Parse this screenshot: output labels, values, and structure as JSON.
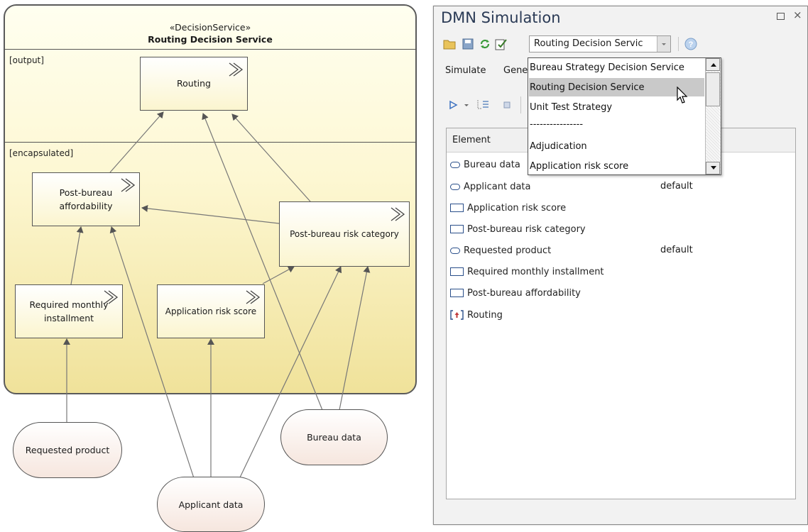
{
  "diagram": {
    "service_stereotype": "«DecisionService»",
    "service_name": "Routing Decision Service",
    "output_label": "[output]",
    "encapsulated_label": "[encapsulated]",
    "nodes": {
      "routing": "Routing",
      "post_bureau_affordability": "Post-bureau affordability",
      "post_bureau_risk_category": "Post-bureau risk category",
      "required_monthly_installment": "Required monthly installment",
      "application_risk_score": "Application risk score"
    },
    "inputs": {
      "requested_product": "Requested product",
      "applicant_data": "Applicant data",
      "bureau_data": "Bureau data"
    }
  },
  "panel": {
    "title": "DMN Simulation",
    "combo_value": "Routing Decision Servic",
    "tabs": [
      "Simulate",
      "Gene"
    ],
    "column_header": "Element",
    "rows": [
      {
        "label": "Bureau data",
        "value": "",
        "icon": "input-data-icon"
      },
      {
        "label": "Applicant data",
        "value": "default",
        "icon": "input-data-icon"
      },
      {
        "label": "Application risk score",
        "value": "",
        "icon": "decision-icon"
      },
      {
        "label": "Post-bureau risk category",
        "value": "",
        "icon": "decision-icon"
      },
      {
        "label": "Requested product",
        "value": "default",
        "icon": "input-data-icon"
      },
      {
        "label": "Required monthly installment",
        "value": "",
        "icon": "decision-icon"
      },
      {
        "label": "Post-bureau affordability",
        "value": "",
        "icon": "decision-icon"
      },
      {
        "label": "Routing",
        "value": "",
        "icon": "output-decision-icon"
      }
    ],
    "dropdown_items": [
      "Bureau Strategy Decision Service",
      "Routing Decision Service",
      "Unit Test Strategy",
      "----------------",
      "Adjudication",
      "Application risk score"
    ],
    "dropdown_selected_index": 1
  },
  "colors": {
    "service_fill_bottom": "#f0e29a",
    "accent_blue": "#2a4f8a",
    "selected_item": "#c9c9c9"
  }
}
